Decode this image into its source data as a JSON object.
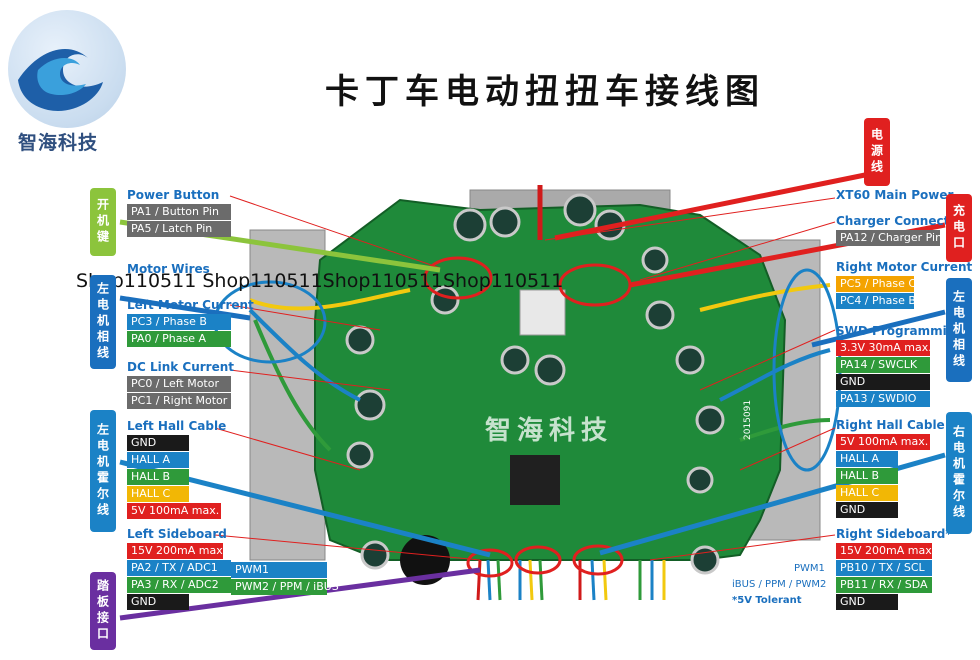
{
  "logo": {
    "text": "智海科技"
  },
  "title": "卡丁车电动扭扭车接线图",
  "watermark": "Shop110511 Shop110511Shop110511Shop110511",
  "board_watermark": "智海科技",
  "board_marks": {
    "code": "2015091"
  },
  "left": {
    "power_button": {
      "header": "Power Button",
      "pins": [
        "PA1 / Button Pin",
        "PA5 / Latch Pin"
      ]
    },
    "motor_wires": {
      "header": "Motor Wires"
    },
    "left_motor_current": {
      "header": "Left Motor Current",
      "pins": [
        "PC3 / Phase B",
        "PA0 / Phase A"
      ]
    },
    "dc_link": {
      "header": "DC Link Current",
      "pins": [
        "PC0 / Left Motor",
        "PC1 / Right Motor"
      ]
    },
    "left_hall": {
      "header": "Left Hall Cable",
      "pins": [
        "GND",
        "HALL A",
        "HALL B",
        "HALL C",
        "5V 100mA max."
      ]
    },
    "left_sideboard": {
      "header": "Left Sideboard",
      "pins": [
        "15V 200mA max.",
        "PA2 / TX / ADC1",
        "PA3 / RX / ADC2",
        "GND"
      ],
      "pwm": [
        "PWM1",
        "PWM2 / PPM / iBUS"
      ]
    }
  },
  "right": {
    "xt60": {
      "header": "XT60 Main Power"
    },
    "charger": {
      "header": "Charger Connector",
      "pins": [
        "PA12 / Charger Pin"
      ]
    },
    "right_motor_current": {
      "header": "Right Motor Current",
      "pins": [
        "PC5 / Phase C",
        "PC4 / Phase B"
      ]
    },
    "swd": {
      "header": "SWD Programming",
      "pins": [
        "3.3V 30mA max.",
        "PA14 / SWCLK",
        "GND",
        "PA13 / SWDIO"
      ]
    },
    "right_hall": {
      "header": "Right Hall Cable",
      "pins": [
        "5V 100mA max.",
        "HALL A",
        "HALL B",
        "HALL C",
        "GND"
      ]
    },
    "right_sideboard": {
      "header": "Right Sideboard*",
      "pins": [
        "15V 200mA max.",
        "PB10 / TX / SCL",
        "PB11 / RX / SDA",
        "GND"
      ],
      "pwm": [
        "PWM1",
        "iBUS / PPM / PWM2"
      ],
      "note": "*5V Tolerant"
    }
  },
  "tags": {
    "switch_key": "开机键",
    "power_line": "电源线",
    "charge_port": "充电口",
    "left_motor_phase": "左电机相线",
    "right_motor_phase": "左电机相线",
    "left_hall_line": "左电机霍尔线",
    "right_hall_line": "右电机霍尔线",
    "pedal_port": "踏板接口"
  },
  "colors": {
    "header": "#1a6fbe",
    "board": "#1f8a3a",
    "tag_green": "#8cc43c",
    "tag_red": "#e0201f",
    "tag_blue": "#1a6fbe",
    "tag_purple": "#6a2fa0"
  }
}
